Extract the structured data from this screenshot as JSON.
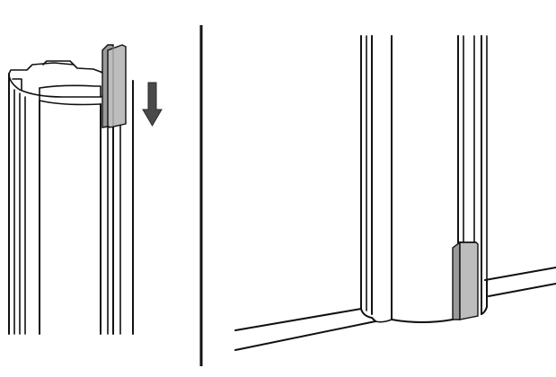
{
  "illustration": {
    "panels": [
      {
        "name": "left-panel",
        "step": "slide-cover-onto-post"
      },
      {
        "name": "right-panel",
        "step": "cover-installed-at-floor"
      }
    ],
    "icons": [
      "down-arrow-icon"
    ],
    "colors": {
      "line": "#111111",
      "cover_fill": "#bdbdbd",
      "cover_edge": "#8a8a8a",
      "arrow": "#4a4a4a",
      "background": "#ffffff"
    }
  }
}
